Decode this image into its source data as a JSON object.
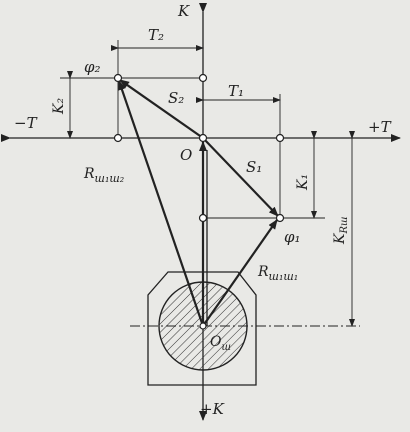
{
  "labels": {
    "K": "K",
    "plus_K": "+K",
    "minus_T": "−T",
    "plus_T": "+T",
    "origin": "O",
    "T2": "T₂",
    "T1": "T₁",
    "phi2": "φ₂",
    "phi1": "φ₁",
    "S2": "S₂",
    "S1": "S₁",
    "K2": "K₂",
    "K1": "K₁",
    "KRsh": "K",
    "KRsh_sub": "Rш",
    "R_sh1_sh2": "R",
    "R_sh1_sh2_sub": "ш₁ш₂",
    "R_sh1_sh1": "R",
    "R_sh1_sh1_sub": "ш₁ш₁",
    "O_sh": "O",
    "O_sh_sub": "ш"
  }
}
